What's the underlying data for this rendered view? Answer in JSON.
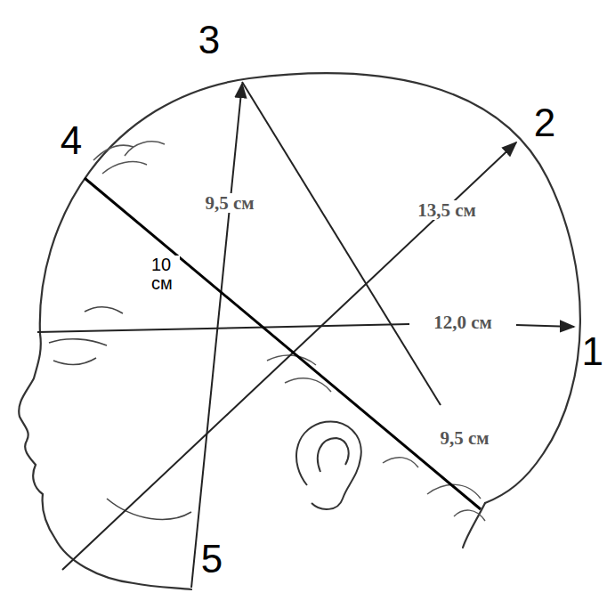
{
  "diagram": {
    "labels": [
      "3",
      "2",
      "4",
      "9,5 см",
      "13,5 см",
      "10 см",
      "12,0 см",
      "1",
      "9,5 см",
      "5"
    ]
  }
}
